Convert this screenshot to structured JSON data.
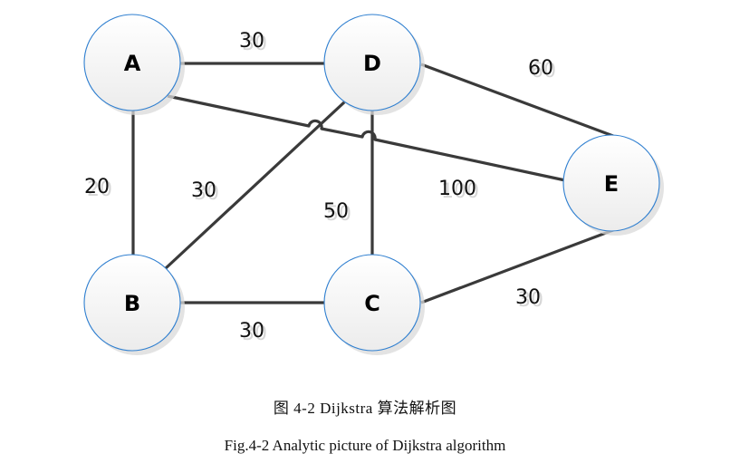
{
  "figure": {
    "title_cn": "图 4-2 Dijkstra 算法解析图",
    "title_en": "Fig.4-2 Analytic picture of Dijkstra algorithm",
    "colors": {
      "edge": "#3a3a3a",
      "node_border": "#2f7fd0",
      "node_fill_top": "#ffffff",
      "node_fill_bottom": "#ececec",
      "label_text": "#111111"
    }
  },
  "graph": {
    "nodes": [
      {
        "id": "A",
        "label": "A"
      },
      {
        "id": "D",
        "label": "D"
      },
      {
        "id": "E",
        "label": "E"
      },
      {
        "id": "B",
        "label": "B"
      },
      {
        "id": "C",
        "label": "C"
      }
    ],
    "edges": [
      {
        "from": "A",
        "to": "D",
        "weight": "30"
      },
      {
        "from": "A",
        "to": "B",
        "weight": "20"
      },
      {
        "from": "A",
        "to": "E",
        "weight": "100"
      },
      {
        "from": "B",
        "to": "D",
        "weight": "30"
      },
      {
        "from": "D",
        "to": "C",
        "weight": "50"
      },
      {
        "from": "D",
        "to": "E",
        "weight": "60"
      },
      {
        "from": "B",
        "to": "C",
        "weight": "30"
      },
      {
        "from": "C",
        "to": "E",
        "weight": "30"
      }
    ]
  }
}
